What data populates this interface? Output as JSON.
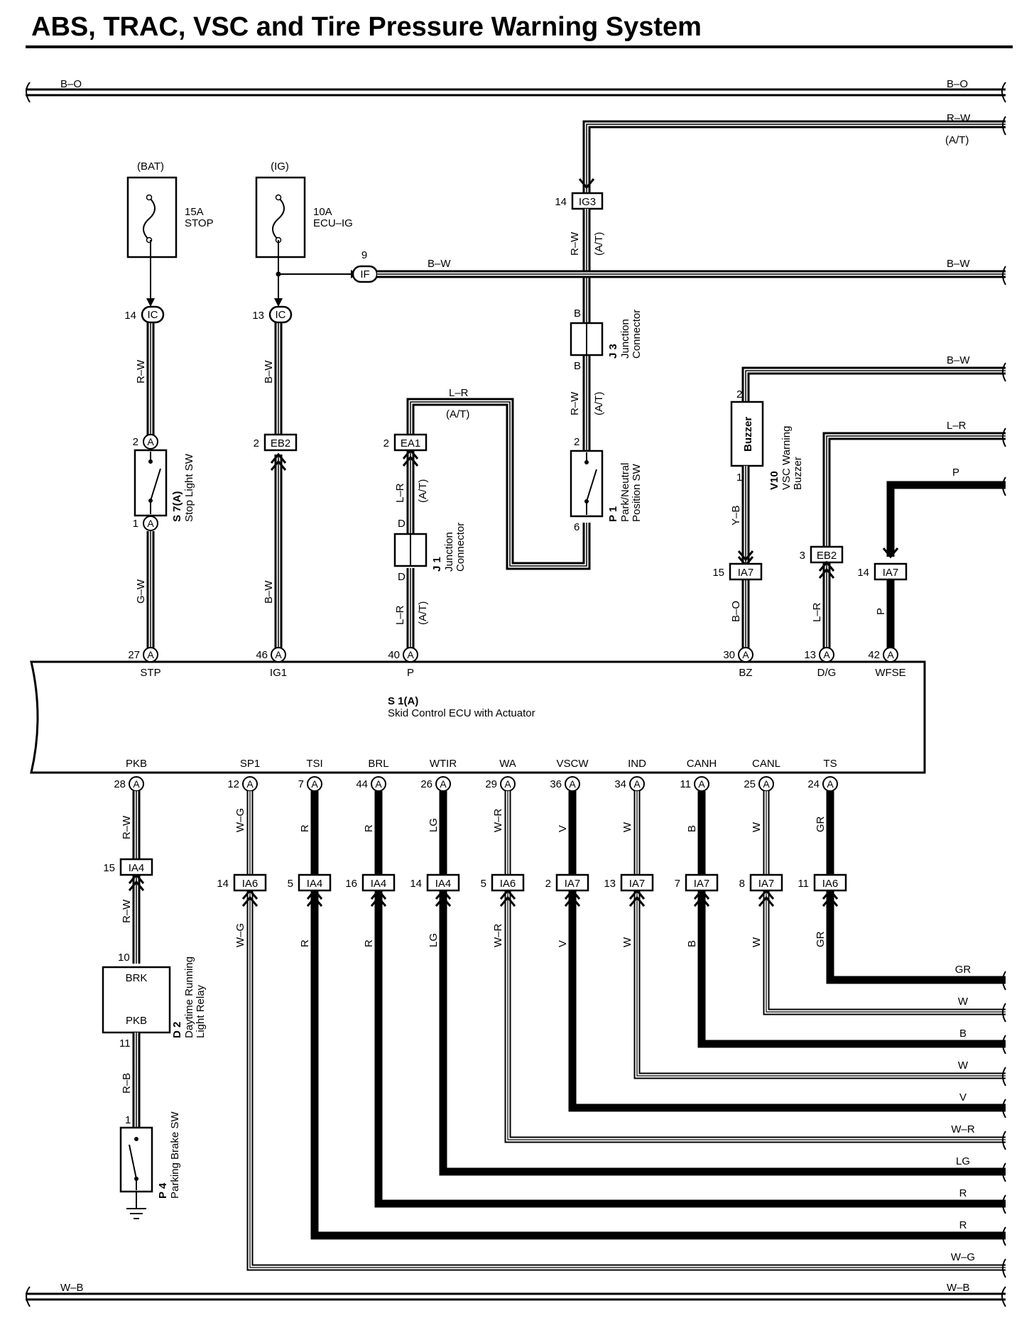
{
  "title": "ABS, TRAC, VSC and Tire Pressure Warning System",
  "bus": {
    "top": "B–O",
    "bottom": "W–B"
  },
  "right_inputs": {
    "rw": "R–W",
    "rw_at": "(A/T)",
    "bw1": "B–W",
    "bw2": "B–W",
    "lr": "L–R",
    "p": "P"
  },
  "fuses": [
    {
      "source": "(BAT)",
      "amp": "15A",
      "name": "STOP"
    },
    {
      "source": "(IG)",
      "amp": "10A",
      "name": "ECU–IG"
    }
  ],
  "connectors": {
    "ic1": {
      "pin": "14",
      "id": "IC"
    },
    "ic2": {
      "pin": "13",
      "id": "IC"
    },
    "if": {
      "pin": "9",
      "id": "IF"
    },
    "ig3": {
      "pin": "14",
      "id": "IG3"
    },
    "eb2a": {
      "pin": "2",
      "id": "EB2"
    },
    "ea1": {
      "pin": "2",
      "id": "EA1"
    },
    "ia7a": {
      "pin": "15",
      "id": "IA7"
    },
    "eb2b": {
      "pin": "3",
      "id": "EB2"
    },
    "ia7b": {
      "pin": "14",
      "id": "IA7"
    },
    "ia4a": {
      "pin": "15",
      "id": "IA4"
    }
  },
  "wires": {
    "stop_rw": "R–W",
    "stop_gw": "G–W",
    "ig_bw": "B–W",
    "ig_bw2": "B–W",
    "if_bw": "B–W",
    "ea_lr": "L–R",
    "ea_at": "(A/T)",
    "ea_lr2": "L–R",
    "ea_at2": "(A/T)",
    "top_lr": "L–R",
    "top_at": "(A/T)",
    "ig3_rw": "R–W",
    "ig3_at": "(A/T)",
    "j3_rw": "R–W",
    "j3_at": "(A/T)",
    "yb": "Y–B",
    "bo": "B–O",
    "lr_dg": "L–R",
    "p_wf": "P",
    "pkb_rw1": "R–W",
    "pkb_rw2": "R–W",
    "pkb_rb": "R–B"
  },
  "components": {
    "s7": {
      "id": "S 7(A)",
      "name": "Stop Light SW",
      "pin_top": "2",
      "pin_bot": "1",
      "pin_letter": "A"
    },
    "j1": {
      "id": "J 1",
      "name1": "Junction",
      "name2": "Connector",
      "pin": "D"
    },
    "j3": {
      "id": "J 3",
      "name1": "Junction",
      "name2": "Connector",
      "pin": "B"
    },
    "p1": {
      "id": "P 1",
      "name1": "Park/Neutral",
      "name2": "Position SW",
      "pin_top": "2",
      "pin_bot": "6"
    },
    "v10": {
      "id": "V10",
      "name1": "VSC Warning",
      "name2": "Buzzer",
      "box": "Buzzer",
      "pin_top": "2",
      "pin_bot": "1"
    },
    "d2": {
      "id": "D 2",
      "name1": "Daytime Running",
      "name2": "Light Relay",
      "brk": "BRK",
      "pkb": "PKB",
      "pin_top": "10",
      "pin_bot": "11"
    },
    "p4": {
      "id": "P 4",
      "name": "Parking Brake SW",
      "pin": "1"
    }
  },
  "ecu": {
    "id": "S 1(A)",
    "name": "Skid Control ECU with Actuator",
    "top_pins": [
      {
        "pin": "27",
        "letter": "A",
        "name": "STP"
      },
      {
        "pin": "46",
        "letter": "A",
        "name": "IG1"
      },
      {
        "pin": "40",
        "letter": "A",
        "name": "P"
      },
      {
        "pin": "30",
        "letter": "A",
        "name": "BZ"
      },
      {
        "pin": "13",
        "letter": "A",
        "name": "D/G"
      },
      {
        "pin": "42",
        "letter": "A",
        "name": "WFSE"
      }
    ],
    "bottom_pins": [
      {
        "pin": "28",
        "letter": "A",
        "name": "PKB"
      },
      {
        "pin": "12",
        "letter": "A",
        "name": "SP1"
      },
      {
        "pin": "7",
        "letter": "A",
        "name": "TSI"
      },
      {
        "pin": "44",
        "letter": "A",
        "name": "BRL"
      },
      {
        "pin": "26",
        "letter": "A",
        "name": "WTIR"
      },
      {
        "pin": "29",
        "letter": "A",
        "name": "WA"
      },
      {
        "pin": "36",
        "letter": "A",
        "name": "VSCW"
      },
      {
        "pin": "34",
        "letter": "A",
        "name": "IND"
      },
      {
        "pin": "11",
        "letter": "A",
        "name": "CANH"
      },
      {
        "pin": "25",
        "letter": "A",
        "name": "CANL"
      },
      {
        "pin": "24",
        "letter": "A",
        "name": "TS"
      }
    ]
  },
  "lower_columns": [
    {
      "color": "W–G",
      "cpin": "14",
      "conn": "IA6",
      "right": "W–G"
    },
    {
      "color": "R",
      "cpin": "5",
      "conn": "IA4",
      "right": "R"
    },
    {
      "color": "R",
      "cpin": "16",
      "conn": "IA4",
      "right": "R"
    },
    {
      "color": "LG",
      "cpin": "14",
      "conn": "IA4",
      "right": "LG"
    },
    {
      "color": "W–R",
      "cpin": "5",
      "conn": "IA6",
      "right": "W–R"
    },
    {
      "color": "V",
      "cpin": "2",
      "conn": "IA7",
      "right": "V"
    },
    {
      "color": "W",
      "cpin": "13",
      "conn": "IA7",
      "right": "W"
    },
    {
      "color": "B",
      "cpin": "7",
      "conn": "IA7",
      "right": "B"
    },
    {
      "color": "W",
      "cpin": "8",
      "conn": "IA7",
      "right": "W"
    },
    {
      "color": "GR",
      "cpin": "11",
      "conn": "IA6",
      "right": "GR"
    }
  ]
}
